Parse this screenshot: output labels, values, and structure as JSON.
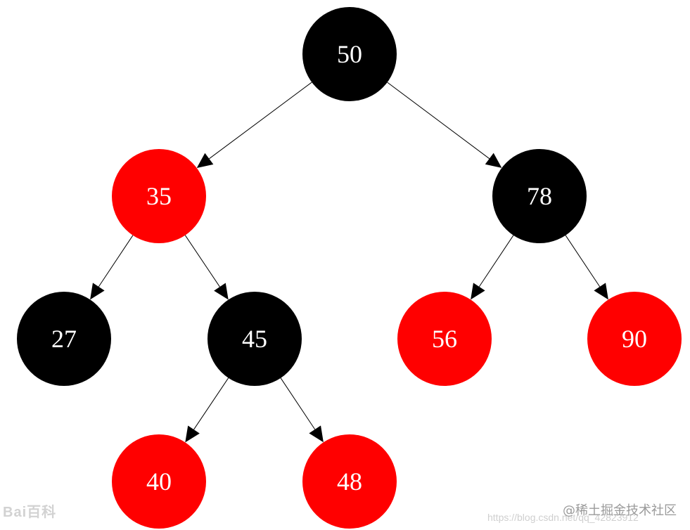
{
  "colors": {
    "black_node": "#000000",
    "red_node": "#ff0000",
    "label": "#ffffff",
    "edge": "#000000"
  },
  "tree": {
    "nodes": [
      {
        "id": "n50",
        "value": "50",
        "color": "black"
      },
      {
        "id": "n35",
        "value": "35",
        "color": "red"
      },
      {
        "id": "n78",
        "value": "78",
        "color": "black"
      },
      {
        "id": "n27",
        "value": "27",
        "color": "black"
      },
      {
        "id": "n45",
        "value": "45",
        "color": "black"
      },
      {
        "id": "n56",
        "value": "56",
        "color": "red"
      },
      {
        "id": "n90",
        "value": "90",
        "color": "red"
      },
      {
        "id": "n40",
        "value": "40",
        "color": "red"
      },
      {
        "id": "n48",
        "value": "48",
        "color": "red"
      }
    ],
    "edges": [
      {
        "from": "n50",
        "to": "n35"
      },
      {
        "from": "n50",
        "to": "n78"
      },
      {
        "from": "n35",
        "to": "n27"
      },
      {
        "from": "n35",
        "to": "n45"
      },
      {
        "from": "n78",
        "to": "n56"
      },
      {
        "from": "n78",
        "to": "n90"
      },
      {
        "from": "n45",
        "to": "n40"
      },
      {
        "from": "n45",
        "to": "n48"
      }
    ]
  },
  "watermarks": {
    "left": "Bai百科",
    "url": "https://blog.csdn.net/qq_42823912",
    "right": "@稀土掘金技术社区"
  }
}
